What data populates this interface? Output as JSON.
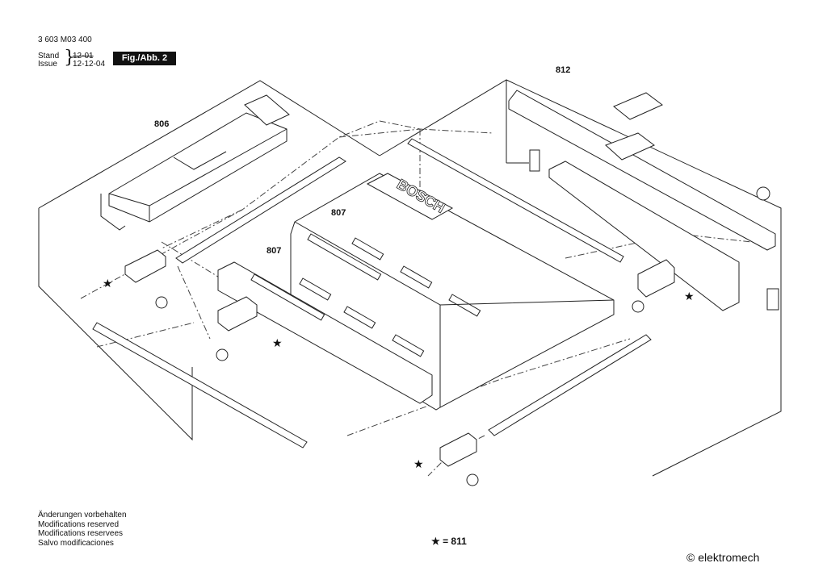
{
  "header": {
    "doc_number": "3 603 M03 400",
    "stand_label": "Stand",
    "issue_label": "Issue",
    "stand_date": "12-01",
    "issue_date": "12-12-04",
    "figure": "Fig./Abb. 2"
  },
  "callouts": {
    "c806": "806",
    "c812": "812",
    "c807a": "807",
    "c807b": "807"
  },
  "panel": {
    "brand_text": "BOSCH"
  },
  "footer": {
    "line1": "Änderungen vorbehalten",
    "line2": "Modifications reserved",
    "line3": "Modifications reservees",
    "line4": "Salvo modificaciones"
  },
  "legend": "★ = 811",
  "watermark": "© elektromech"
}
